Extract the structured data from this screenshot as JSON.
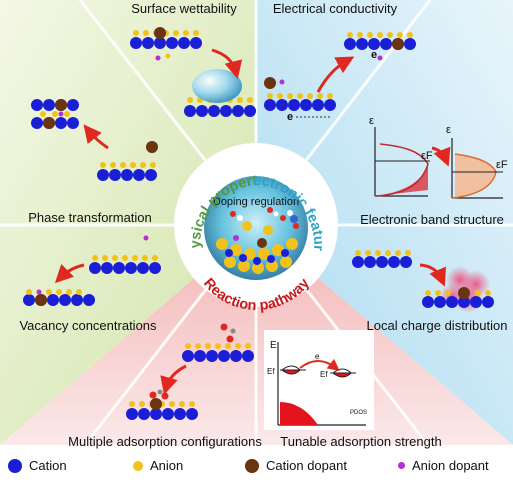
{
  "labels": {
    "surface_wettability": "Surface wettability",
    "electrical_conductivity": "Electrical conductivity",
    "phase_transformation": "Phase transformation",
    "electronic_band_structure": "Electronic band structure",
    "vacancy_concentrations": "Vacancy concentrations",
    "local_charge_distribution": "Local charge distribution",
    "multiple_adsorption_configurations": "Multiple adsorption configurations",
    "tunable_adsorption_strength": "Tunable adsorption strength"
  },
  "center": {
    "title": "Doping regulation",
    "arc_left": "Physical properties",
    "arc_right": "Electronic features",
    "arc_bottom": "Reaction pathway"
  },
  "band_plot": {
    "axis_epsilon": "ε",
    "fermi": "εF",
    "electron": "e"
  },
  "pdos_plot": {
    "axis_e": "E",
    "e_f": "Ef",
    "x_axis": "PDOS",
    "electron": "e"
  },
  "legend": [
    {
      "label": "Cation",
      "color": "#1a1fd6"
    },
    {
      "label": "Anion",
      "color": "#f2c21b"
    },
    {
      "label": "Cation dopant",
      "color": "#6b3410"
    },
    {
      "label": "Anion dopant",
      "color": "#b62fd0"
    }
  ],
  "colors": {
    "physical": "#4e9a42",
    "electronic": "#2aa4c8",
    "reaction": "#c61a1a",
    "arrow": "#e0281e"
  }
}
